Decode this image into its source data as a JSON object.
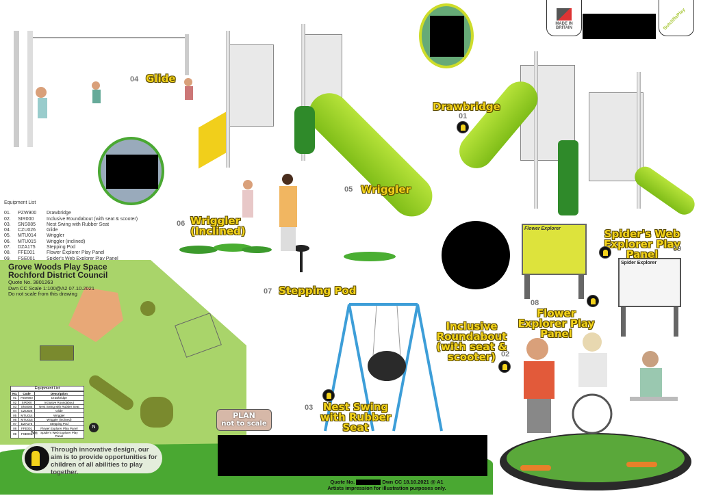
{
  "equipment_list": {
    "title": "Equipment List",
    "items": [
      {
        "no": "01.",
        "code": "PZW900",
        "desc": "Drawbridge"
      },
      {
        "no": "02.",
        "code": "SIR000",
        "desc": "Inclusive Roundabout (with seat & scooter)"
      },
      {
        "no": "03.",
        "code": "SNS085",
        "desc": "Nest Swing with Rubber Seat"
      },
      {
        "no": "04.",
        "code": "CZU026",
        "desc": "Glide"
      },
      {
        "no": "05.",
        "code": "MTU014",
        "desc": "Wriggler"
      },
      {
        "no": "06.",
        "code": "MTU015",
        "desc": "Wriggler (inclined)"
      },
      {
        "no": "07.",
        "code": "DZA175",
        "desc": "Stepping Pod"
      },
      {
        "no": "08.",
        "code": "FFE001",
        "desc": "Flower Explorer Play Panel"
      },
      {
        "no": "09.",
        "code": "FSE001",
        "desc": "Spider's Web Explorer Play Panel"
      }
    ]
  },
  "plan": {
    "title1": "Grove Woods Play Space",
    "title2": "Rochford District Council",
    "quote": "Quote No. 3801263",
    "dwn": "Dwn CC Scale 1:100@A2 07.10.2021",
    "note": "Do not scale from this drawing",
    "table_title": "Equipment List",
    "table_headers": [
      "No.",
      "Code",
      "Description"
    ],
    "table_rows": [
      [
        "01",
        "PZW900",
        "Drawbridge"
      ],
      [
        "02",
        "SIR000",
        "Inclusive Roundabout"
      ],
      [
        "03",
        "SNS085",
        "Nest Swing with Rubber Seat"
      ],
      [
        "04",
        "CZU026",
        "Glide"
      ],
      [
        "05",
        "MTU014",
        "Wriggler"
      ],
      [
        "06",
        "MTU015",
        "Wriggler (inclined)"
      ],
      [
        "07",
        "DZA175",
        "Stepping Pod"
      ],
      [
        "08",
        "FFE001",
        "Flower Explorer Play Panel"
      ],
      [
        "09",
        "FSE001",
        "Spider's Web Explorer Play Panel"
      ]
    ],
    "scale": "5m",
    "plan_label": "PLAN",
    "plan_sub": "not to scale",
    "north": "N"
  },
  "labels": {
    "glide": {
      "num": "04",
      "text": "Glide"
    },
    "drawbridge": {
      "num": "01",
      "text": "Drawbridge"
    },
    "wriggler": {
      "num": "05",
      "text": "Wriggler"
    },
    "wriggler_inclined": {
      "num": "06",
      "text": "Wriggler (Inclined)"
    },
    "stepping_pod": {
      "num": "07",
      "text": "Stepping Pod"
    },
    "spider": {
      "num": "09",
      "text": "Spider's Web Explorer Play Panel"
    },
    "flower": {
      "num": "08",
      "text": "Flower Explorer Play Panel"
    },
    "roundabout": {
      "num": "02",
      "text": "Inclusive Roundabout (with seat & scooter)"
    },
    "nest": {
      "num": "03",
      "text": "Nest Swing with Rubber Seat"
    }
  },
  "panels": {
    "flower_title": "Flower Explorer",
    "spider_title": "Spider Explorer"
  },
  "logos": {
    "made_in_britain": "MADE IN BRITAIN",
    "brand": "SutcliffePlay"
  },
  "footer": {
    "aim": "Through innovative design, our aim is to provide opportunities for children of all abilities to play together.",
    "quote_prefix": "Quote No.",
    "quote_suffix": "Dwn CC 18.10.2021 @ A1",
    "disclaimer": "Artists impression for illustration purposes only."
  },
  "colors": {
    "green": "#4aa832",
    "plan_green": "#a9d46a",
    "yellow": "#f2d21a"
  }
}
